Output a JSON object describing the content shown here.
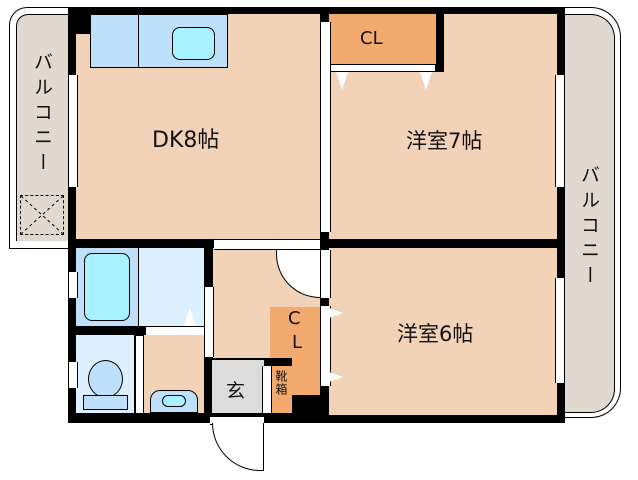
{
  "floorplan": {
    "rooms": {
      "dk": {
        "label": "DK8帖",
        "type": "dining-kitchen",
        "size_jo": 8
      },
      "western7": {
        "label": "洋室7帖",
        "type": "western-room",
        "size_jo": 7
      },
      "western6": {
        "label": "洋室6帖",
        "type": "western-room",
        "size_jo": 6
      },
      "closet_top": {
        "label": "CL"
      },
      "closet_mid": {
        "label": "CL",
        "label_c": "C",
        "label_l": "L"
      },
      "entrance": {
        "label": "玄"
      },
      "shoe_box": {
        "label": "靴箱"
      }
    },
    "balconies": {
      "left": {
        "label": "バルコニー"
      },
      "right": {
        "label": "バルコニー"
      }
    },
    "colors": {
      "room_floor": "#f2d3b8",
      "closet": "#f2aa6e",
      "balcony": "#e1d8cf",
      "wet_area": "#ddf0ff",
      "fixture_blue": "#bfe0fb",
      "fixture_cyan": "#a8f2ff",
      "entrance_floor": "#dcdcdc",
      "wall": "#000000"
    }
  }
}
